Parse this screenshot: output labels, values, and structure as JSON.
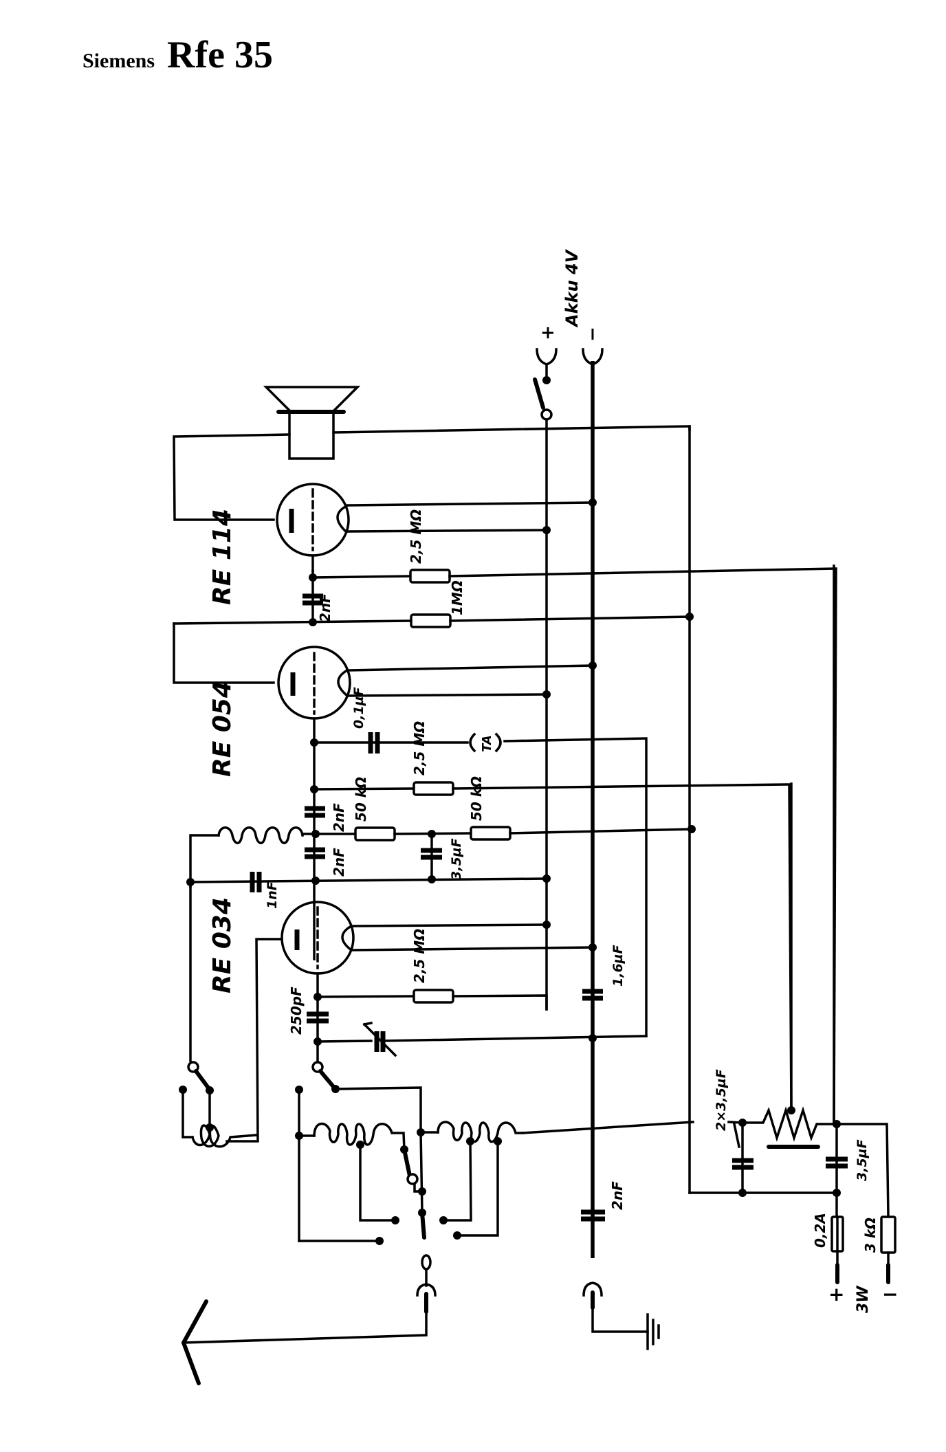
{
  "header": {
    "brand": "Siemens",
    "model": "Rfe 35"
  },
  "power": {
    "battery_label": "Akku 4V",
    "plus": "+",
    "minus": "−",
    "mains_label": "3W",
    "mains_plus": "+",
    "mains_minus": "−"
  },
  "tubes": [
    {
      "id": "output",
      "label": "RE 114"
    },
    {
      "id": "af",
      "label": "RE 054"
    },
    {
      "id": "detector",
      "label": "RE 034"
    }
  ],
  "components": {
    "c_out_coupling": "2nF",
    "r_out_grid": "2,5 MΩ",
    "r_1meg": "1MΩ",
    "c_pickup": "0,1µF",
    "pickup_label": "TA",
    "r_af_grid": "2,5 MΩ",
    "c_2nf_a": "2nF",
    "c_2nf_b": "2nF",
    "r_50k_a": "50 kΩ",
    "r_50k_b": "50 kΩ",
    "c_3_5uf": "3,5µF",
    "c_1nf": "1nF",
    "r_det_grid": "2,5 MΩ",
    "c_250pf": "250pF",
    "c_1_6uf": "1,6µF",
    "c_dual": "2×3,5µF",
    "c_filter": "3,5µF",
    "c_ground": "2nF",
    "fuse": "0,2A",
    "r_3k": "3 kΩ"
  }
}
